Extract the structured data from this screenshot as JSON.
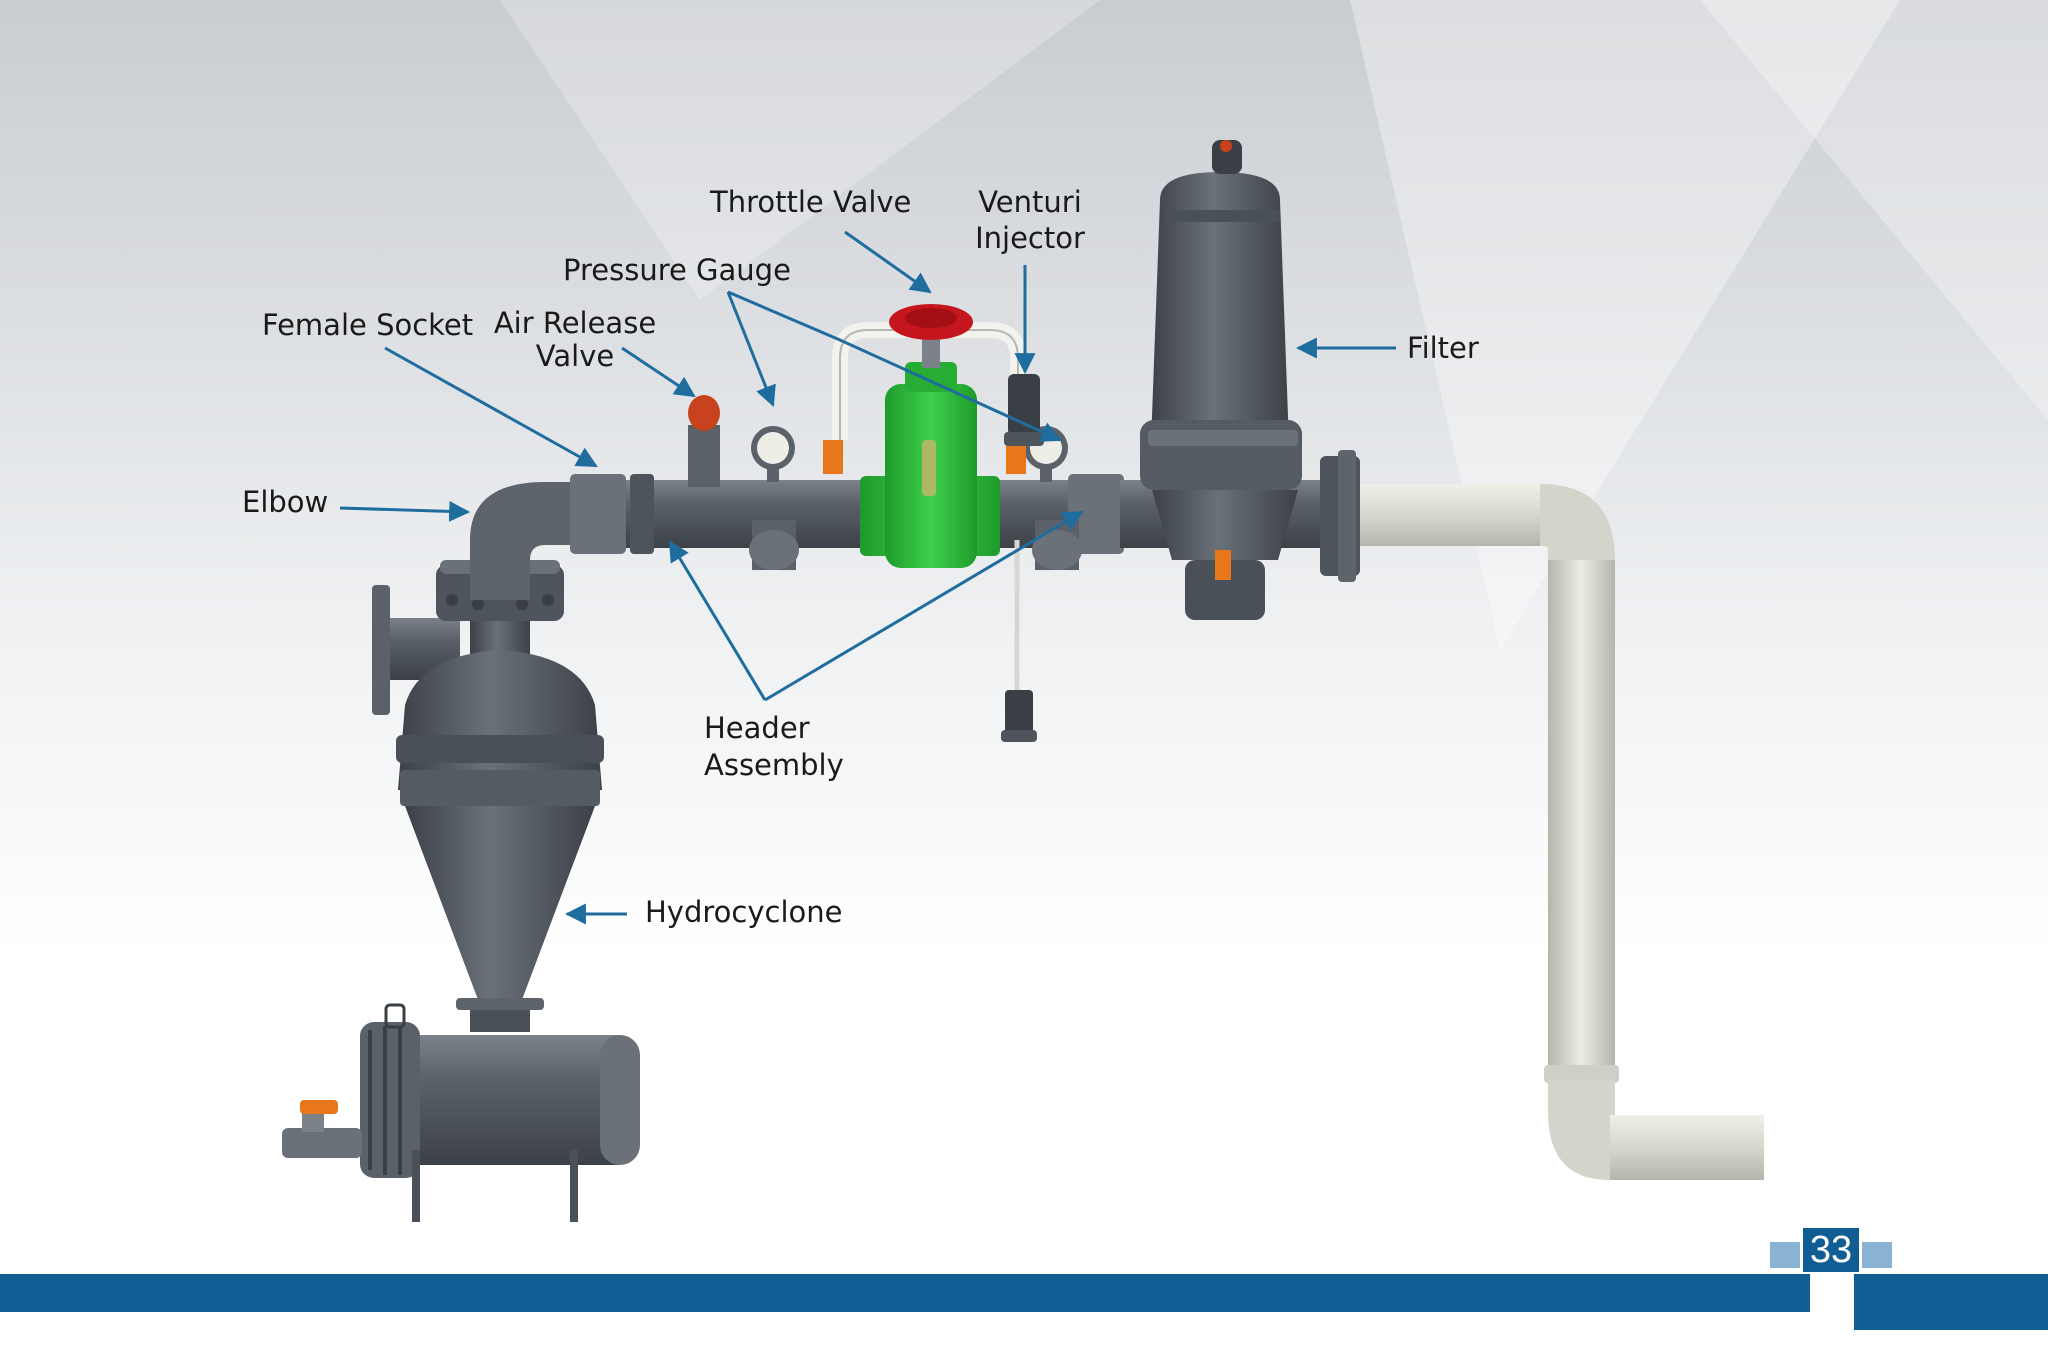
{
  "labels": {
    "throttle_valve": "Throttle Valve",
    "venturi_injector_1": "Venturi",
    "venturi_injector_2": "Injector",
    "pressure_gauge": "Pressure Gauge",
    "female_socket": "Female Socket",
    "air_release_1": "Air Release",
    "air_release_2": "Valve",
    "filter": "Filter",
    "elbow": "Elbow",
    "header_1": "Header",
    "header_2": "Assembly",
    "hydrocyclone": "Hydrocyclone"
  },
  "page_number": "33",
  "colors": {
    "accent_blue": "#0f5d92",
    "leader_blue": "#1f6d9e",
    "pipe_grey": "#5b6169",
    "valve_green": "#2db83a",
    "handle_red": "#c4161c",
    "pvc_white": "#dcdcd2"
  }
}
